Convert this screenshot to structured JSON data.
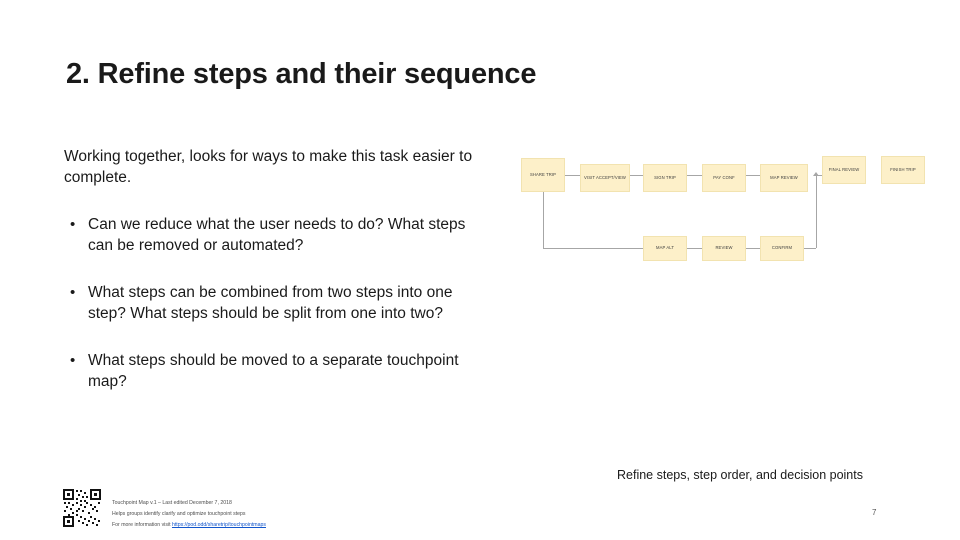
{
  "slide": {
    "title": "2. Refine steps and their sequence",
    "lead": "Working together, looks for ways to make this task easier to complete.",
    "bullets": [
      "Can we reduce what the user needs to do? What steps can be removed or automated?",
      "What steps can be combined from two steps into one step? What steps should be split from one into two?",
      "What steps should be moved to a separate touchpoint map?"
    ],
    "caption": "Refine steps, step order, and decision points",
    "page_number": "7"
  },
  "diagram": {
    "top_row": [
      {
        "label": "SHARE TRIP"
      },
      {
        "label": "VISIT ACCEPT/VIEW"
      },
      {
        "label": "SIGN TRIP"
      },
      {
        "label": "PAY CONF"
      },
      {
        "label": "MAP REVIEW"
      },
      {
        "label": "FINAL REVIEW"
      },
      {
        "label": "FINISH TRIP"
      }
    ],
    "bottom_row": [
      {
        "label": "MAP ALT"
      },
      {
        "label": "REVIEW"
      },
      {
        "label": "CONFIRM"
      }
    ],
    "node_fill": "#fdf0c9",
    "node_border": "#f2e3b0",
    "connector_color": "#a6a6a6"
  },
  "footer": {
    "line1": "Touchpoint Map v.1 – Last edited December 7, 2018",
    "line2": "Helps groups identify clarify and optimize touchpoint steps",
    "line3_prefix": "For more information visit ",
    "line3_link": "https://pod.odd/sharetrip/touchpointmaps"
  }
}
